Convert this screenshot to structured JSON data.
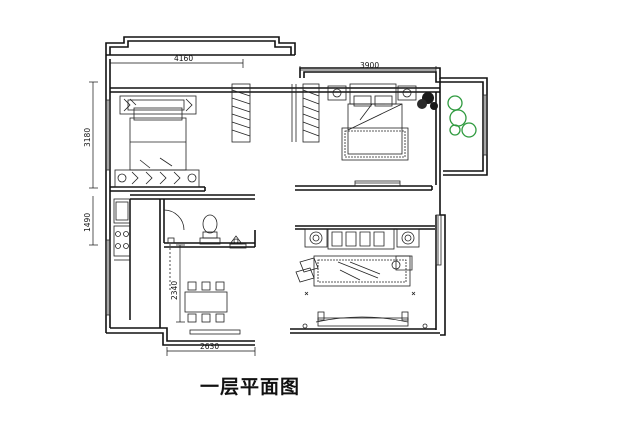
{
  "dimensions": {
    "top_left_width": "4160",
    "top_right_width": "3900",
    "left_upper_height": "3180",
    "left_lower_height": "1490",
    "dining_height": "2340",
    "bottom_width": "2630"
  },
  "plan_title": "一层平面图",
  "colors": {
    "ink": "#111111",
    "plant_green": "#2e9a3e",
    "background": "#ffffff"
  }
}
